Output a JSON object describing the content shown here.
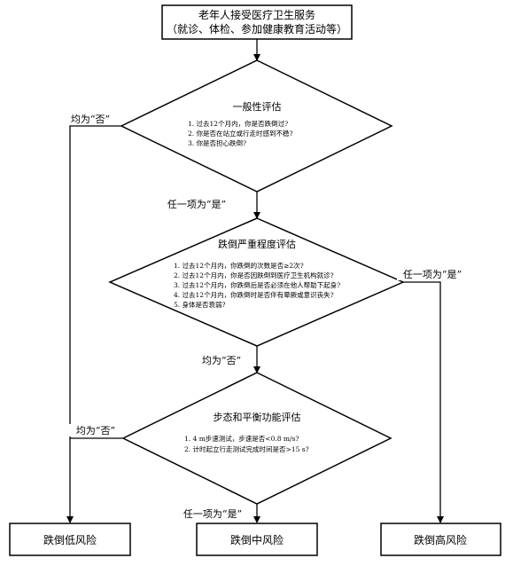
{
  "start_box": {
    "line1": "老年人接受医疗卫生服务",
    "line2": "（就诊、体检、参加健康教育活动等）"
  },
  "general_assessment": {
    "title": "一般性评估",
    "items": [
      "1. 过去12个月内，你是否跌倒过?",
      "2. 你是否在站立或行走时感到不稳?",
      "3. 你是否担心跌倒?"
    ]
  },
  "severity_assessment": {
    "title": "跌倒严重程度评估",
    "items": [
      "1. 过去12个月内，你跌倒的次数是否≥2次?",
      "2. 过去12个月内，你是否因跌倒到医疗卫生机构就诊?",
      "3. 过去12个月内，你跌倒后是否必须在他人帮助下起身?",
      "4. 过去12个月内，你跌倒时是否伴有晕厥或意识丧失?",
      "5. 身体是否衰弱?"
    ]
  },
  "gait_assessment": {
    "title": "步态和平衡功能评估",
    "items": [
      "1. 4 m步速测试，步速是否<0.8 m/s?",
      "2. 计时起立行走测试完成时间是否>15 s?"
    ]
  },
  "edge_labels": {
    "general_all_no": "均为“否”",
    "general_any_yes": "任一项为“是”",
    "severity_any_yes": "任一项为“是”",
    "severity_all_no": "均为“否”",
    "gait_all_no": "均为“否”",
    "gait_any_yes": "任一项为“是”"
  },
  "outcomes": {
    "low": "跌倒低风险",
    "medium": "跌倒中风险",
    "high": "跌倒高风险"
  }
}
